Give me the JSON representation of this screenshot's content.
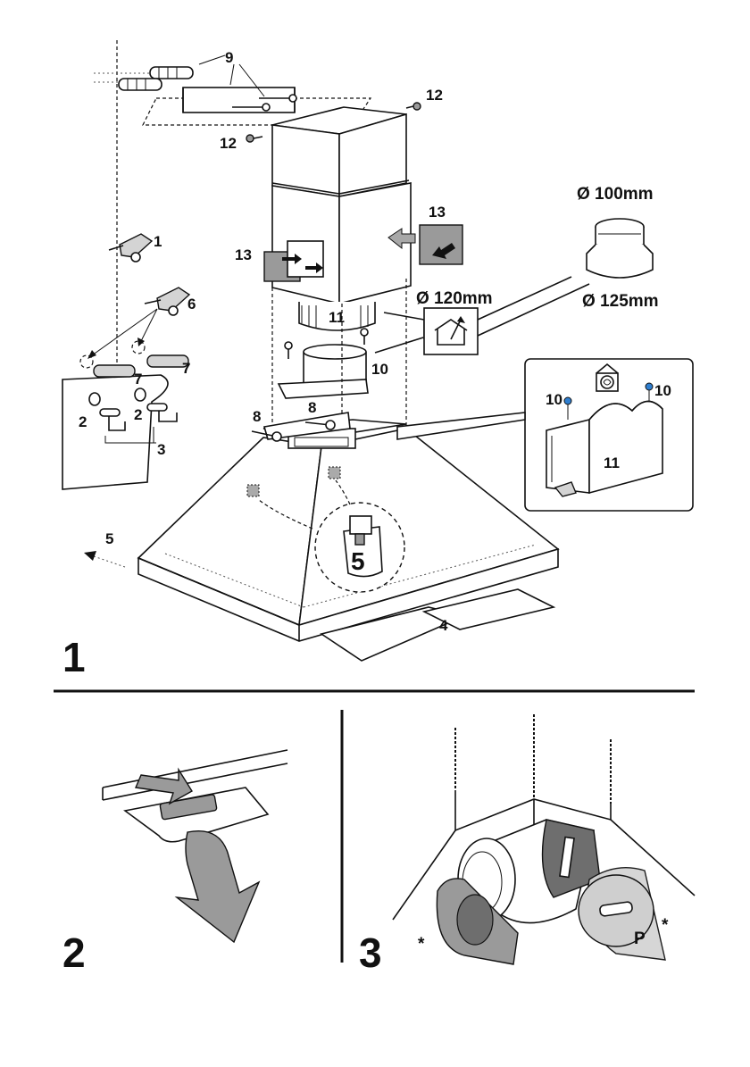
{
  "figure_numbers": {
    "fig1": "1",
    "fig2": "2",
    "fig3": "3"
  },
  "callouts": {
    "c1": "1",
    "c2a": "2",
    "c2b": "2",
    "c3": "3",
    "c4": "4",
    "c5": "5",
    "c5_detail": "5",
    "c6": "6",
    "c7a": "7",
    "c7b": "7",
    "c8a": "8",
    "c8b": "8",
    "c9": "9",
    "c10a": "10",
    "c10b": "10",
    "c10c": "10",
    "c11a": "11",
    "c11b": "11",
    "c12a": "12",
    "c12b": "12",
    "c13a": "13",
    "c13b": "13",
    "p_label": "P",
    "star_a": "*",
    "star_b": "*"
  },
  "dimensions": {
    "d100": "Ø 100mm",
    "d125": "Ø 125mm",
    "d120": "Ø 120mm"
  },
  "colors": {
    "accent_blue": "#2f7fd0",
    "filter_grey": "#9a9a9a",
    "arrow_grey": "#a8a8a8"
  },
  "icons": [
    "hand-drill-icon",
    "house-duct-icon",
    "house-fan-icon",
    "screw-icon",
    "wall-plug-icon"
  ]
}
